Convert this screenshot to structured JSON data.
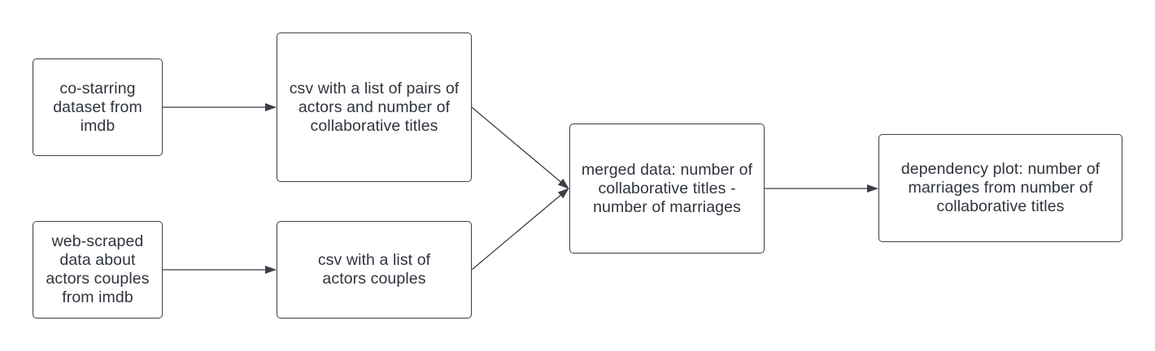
{
  "nodes": {
    "costarring": "co-starring dataset from imdb",
    "webscraped": "web-scraped data about actors couples from imdb",
    "csv_pairs": "csv with a list of pairs of actors and number of collaborative titles",
    "csv_couples": "csv with a list of actors couples",
    "merged": "merged data: number of collaborative titles - number of marriages",
    "dependency": "dependency plot: number of marriages from number of collaborative titles"
  },
  "colors": {
    "stroke": "#3b3f46",
    "text": "#2f343d",
    "background": "#ffffff"
  }
}
